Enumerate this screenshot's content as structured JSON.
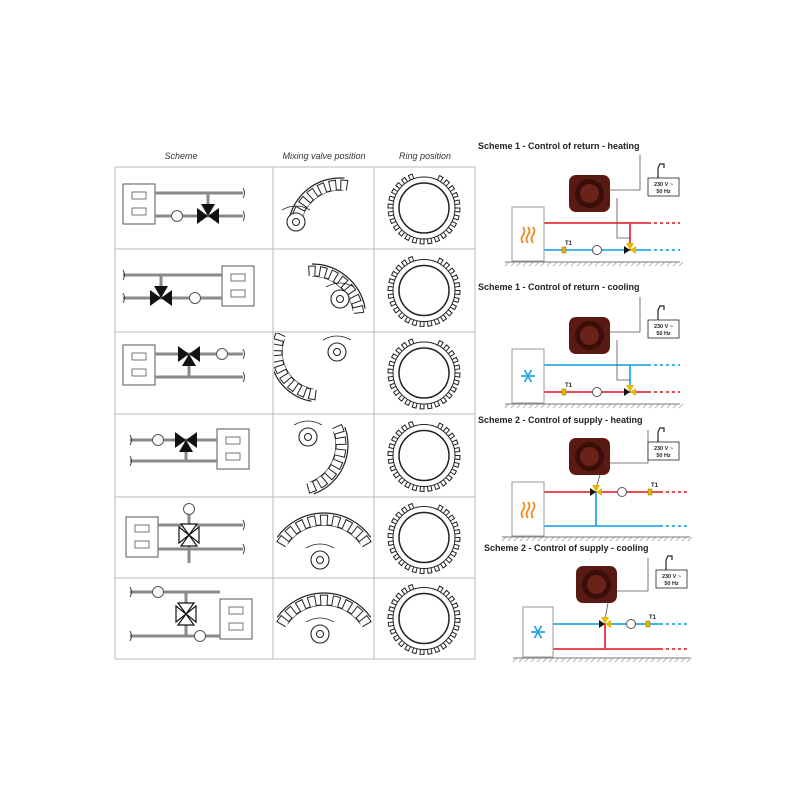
{
  "table": {
    "headers": {
      "scheme": "Scheme",
      "valve": "Mixing valve position",
      "ring": "Ring position"
    },
    "rows": [
      {
        "valve_orientation": "upper-left"
      },
      {
        "valve_orientation": "upper-right"
      },
      {
        "valve_orientation": "right-upper"
      },
      {
        "valve_orientation": "lower-right"
      },
      {
        "valve_orientation": "top"
      },
      {
        "valve_orientation": "top"
      }
    ]
  },
  "panels": [
    {
      "title": "Scheme 1 - Control of return - heating",
      "mode": "heating",
      "power": [
        "230 V ~",
        "50 Hz"
      ],
      "sensor": "T1",
      "control": "return"
    },
    {
      "title": "Scheme 1 - Control of return - cooling",
      "mode": "cooling",
      "power": [
        "230 V ~",
        "50 Hz"
      ],
      "sensor": "T1",
      "control": "return"
    },
    {
      "title": "Scheme 2 - Control of supply - heating",
      "mode": "heating",
      "power": [
        "230 V ~",
        "50 Hz"
      ],
      "sensor": "T1",
      "control": "supply"
    },
    {
      "title": "Scheme 2 - Control of supply - cooling",
      "mode": "cooling",
      "power": [
        "230 V ~",
        "50 Hz"
      ],
      "sensor": "T1",
      "control": "supply"
    }
  ],
  "colors": {
    "hot": "#e8323c",
    "cold": "#2aa9e0",
    "actuator": "#5a1a14",
    "pipe_grey": "#8a8a8a",
    "heat_icon": "#f08a1e",
    "snow_icon": "#2aa9e0",
    "grid": "#b8b8b8"
  }
}
